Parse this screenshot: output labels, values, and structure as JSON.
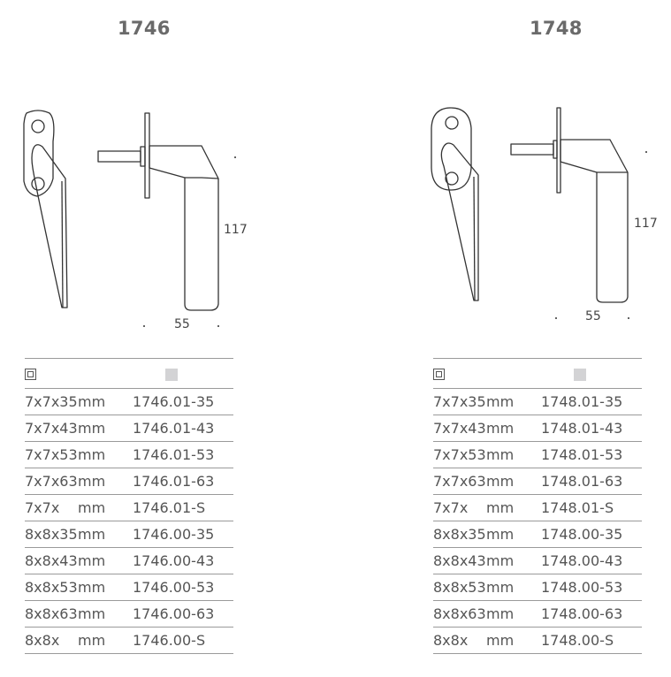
{
  "products": [
    {
      "code": "1746",
      "dimension_height": "117",
      "dimension_width": "55",
      "rows": [
        {
          "size": "7x7x35",
          "unit": "mm",
          "article": "1746.01-35"
        },
        {
          "size": "7x7x43",
          "unit": "mm",
          "article": "1746.01-43"
        },
        {
          "size": "7x7x53",
          "unit": "mm",
          "article": "1746.01-53"
        },
        {
          "size": "7x7x63",
          "unit": "mm",
          "article": "1746.01-63"
        },
        {
          "size": "7x7x",
          "unit": "mm",
          "article": "1746.01-S"
        },
        {
          "size": "8x8x35",
          "unit": "mm",
          "article": "1746.00-35"
        },
        {
          "size": "8x8x43",
          "unit": "mm",
          "article": "1746.00-43"
        },
        {
          "size": "8x8x53",
          "unit": "mm",
          "article": "1746.00-53"
        },
        {
          "size": "8x8x63",
          "unit": "mm",
          "article": "1746.00-63"
        },
        {
          "size": "8x8x",
          "unit": "mm",
          "article": "1746.00-S"
        }
      ]
    },
    {
      "code": "1748",
      "dimension_height": "117",
      "dimension_width": "55",
      "rows": [
        {
          "size": "7x7x35",
          "unit": "mm",
          "article": "1748.01-35"
        },
        {
          "size": "7x7x43",
          "unit": "mm",
          "article": "1748.01-43"
        },
        {
          "size": "7x7x53",
          "unit": "mm",
          "article": "1748.01-53"
        },
        {
          "size": "7x7x63",
          "unit": "mm",
          "article": "1748.01-63"
        },
        {
          "size": "7x7x",
          "unit": "mm",
          "article": "1748.01-S"
        },
        {
          "size": "8x8x35",
          "unit": "mm",
          "article": "1748.00-35"
        },
        {
          "size": "8x8x43",
          "unit": "mm",
          "article": "1748.00-43"
        },
        {
          "size": "8x8x53",
          "unit": "mm",
          "article": "1748.00-53"
        },
        {
          "size": "8x8x63",
          "unit": "mm",
          "article": "1748.00-63"
        },
        {
          "size": "8x8x",
          "unit": "mm",
          "article": "1748.00-S"
        }
      ]
    }
  ],
  "header_icons": {
    "spindle": "square-spindle-icon",
    "finish": "finish-swatch-icon",
    "finish_color": "#d3d3d5"
  }
}
